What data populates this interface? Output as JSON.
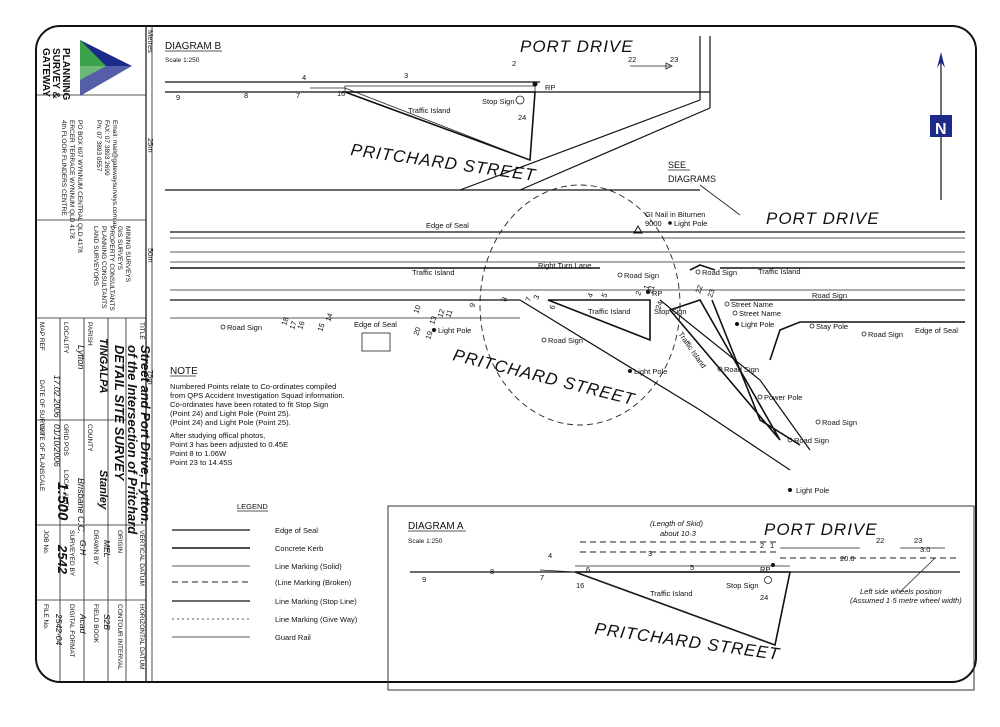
{
  "company": {
    "name_lines": [
      "GATEWAY",
      "SURVEY &",
      "PLANNING"
    ],
    "contact": [
      "Ph: 07 3893 0557",
      "FAX: 07 3893 2699",
      "Email: mail@gatewaysurveys.com.au"
    ],
    "address": [
      "4th FLOOR FLINDERS CENTRE",
      "ERCER TERRACE WYNNUM QLD 4178",
      "PO BOX 697 WYNNUM CENTRAL QLD 4178"
    ],
    "services": [
      "LAND SURVEYORS",
      "PLANNING CONSULTANTS",
      "PROPERTY CONSULTANTS",
      "GIS SURVEYS",
      "MINING SURVEYS"
    ]
  },
  "title_block": {
    "title_label": "TITLE",
    "title_lines": [
      "DETAIL SITE SURVEY",
      "of the Intersection of Pritchard",
      "Street and Port Drive, Lytton."
    ],
    "parish_label": "PARISH",
    "parish": "TINGALPA",
    "county_label": "COUNTY",
    "county": "Stanley",
    "locality_label": "LOCALITY",
    "locality": "Lytton",
    "grid_label": "GRID POS",
    "local_auth_label": "LOCAL AUTH",
    "local_auth": "Brisbane C.C.",
    "map_ref_label": "MAP REF",
    "date_survey_label": "DATE OF SURVEY",
    "date_survey": "17.02.2006",
    "date_plan_label": "DATE OF PLAN",
    "date_plan": "01/10/2006",
    "scale_label": "SCALE",
    "scale": "1:500",
    "vertical_datum_label": "VERTICAL DATUM",
    "horizontal_datum_label": "HORIZONTAL DATUM",
    "origin_label": "ORIGIN",
    "contour_label": "CONTOUR INTERVAL",
    "drawn_label": "DRAWN BY",
    "drawn": "MEL",
    "field_book_label": "FIELD BOOK",
    "field_book": "S2B",
    "surveyed_label": "SURVEYED BY",
    "surveyed": "G.H",
    "digital_label": "DIGITAL FORMAT",
    "digital": "Acad",
    "job_label": "JOB No.",
    "job": "2542",
    "file_label": "FILE No.",
    "file": "2542-04"
  },
  "margin_ruler": [
    "Metres",
    "25m",
    "50m",
    "75m"
  ],
  "diagram_b": {
    "title": "DIAGRAM B",
    "scale": "Scale 1:250",
    "road_top": "PORT DRIVE",
    "road_bottom": "PRITCHARD STREET",
    "island": "Traffic Island",
    "stop": "Stop Sign",
    "rp": "RP",
    "points": [
      "9",
      "8",
      "7",
      "4",
      "3",
      "2",
      "24",
      "16",
      "22",
      "23"
    ]
  },
  "main": {
    "see_diagrams": [
      "SEE",
      "DIAGRAMS"
    ],
    "benchmark": [
      "GI Nail in Bitumen",
      "9000"
    ],
    "road_port": "PORT DRIVE",
    "road_pritchard": "PRITCHARD STREET",
    "labels": {
      "edge_seal": "Edge of Seal",
      "right_turn": "Right Turn Lane",
      "traffic_island": "Traffic Island",
      "road_sign": "Road Sign",
      "light_pole": "Light Pole",
      "stop_sign": "Stop Sign",
      "street_name": "Street Name",
      "stay_pole": "Stay Pole",
      "power_pole": "Power Pole",
      "rp": "RP"
    },
    "points": [
      "18",
      "17",
      "16",
      "15",
      "14",
      "13",
      "12",
      "11",
      "10",
      "9",
      "8",
      "7",
      "6",
      "5",
      "4",
      "3",
      "2",
      "1",
      "21",
      "22",
      "23",
      "24",
      "20",
      "19"
    ]
  },
  "note": {
    "heading": "NOTE",
    "lines": [
      "Numbered Points relate to Co-ordinates compiled",
      "from QPS Accident Investigation Squad information.",
      "Co-ordinates have been rotated to fit Stop Sign",
      "(Point 24) and Light Pole (Point 25).",
      "(Point 24) and Light Pole (Point 25).",
      "",
      "After studying offical photos,",
      "Point 3 has been adjusted to 0.45E",
      "Point 8 to 1.06W",
      "Point 23 to 14.45S"
    ]
  },
  "legend": {
    "heading": "LEGEND",
    "items": [
      "Edge of Seal",
      "Concrete Kerb",
      "Line Marking (Solid)",
      "(Line Marking (Broken)",
      "Line Marking (Stop Line)",
      "Line Marking (Give Way)",
      "Guard Rail"
    ]
  },
  "diagram_a": {
    "title": "DIAGRAM A",
    "scale": "Scale 1:250",
    "skid": [
      "(Length of Skid)",
      "about 10·3"
    ],
    "road_top": "PORT DRIVE",
    "road_bottom": "PRITCHARD STREET",
    "island": "Traffic Island",
    "stop": "Stop Sign",
    "rp": "RP",
    "dim1": "20.0",
    "dim2": "3.0",
    "wheels": [
      "Left side wheels position",
      "(Assumed 1·5 metre wheel width)"
    ],
    "points": [
      "9",
      "8",
      "7",
      "6",
      "5",
      "4",
      "3",
      "2",
      "1",
      "16",
      "24",
      "22",
      "23"
    ]
  },
  "north": "N"
}
